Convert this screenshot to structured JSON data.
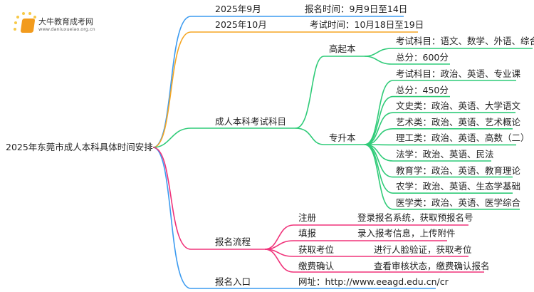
{
  "logo": {
    "name": "大牛教育成考网",
    "url": "www.daniuxueiao.org.cn"
  },
  "root": "2025年东莞市成人本科具体时间安排",
  "colors": {
    "blue": "#3c9bf0",
    "orange": "#f5a623",
    "green": "#2fcb78",
    "pink": "#f0337a"
  },
  "branches": {
    "sep": {
      "label": "2025年9月",
      "detail": "报名时间：9月9日至14日"
    },
    "oct": {
      "label": "2025年10月",
      "detail": "考试时间：10月18日至19日"
    },
    "subjects": {
      "label": "成人本科考试科目",
      "gqb": {
        "label": "高起本",
        "items": [
          "考试科目：语文、数学、外语、综合",
          "总分：600分"
        ]
      },
      "zsb": {
        "label": "专升本",
        "items": [
          "考试科目：政治、英语、专业课",
          "总分：450分",
          "文史类：政治、英语、大学语文",
          "艺术类：政治、英语、艺术概论",
          "理工类：政治、英语、高数（二）",
          "法学：政治、英语、民法",
          "教育学：政治、英语、教育理论",
          "农学：政治、英语、生态学基础",
          "医学类：政治、英语、医学综合"
        ]
      }
    },
    "process": {
      "label": "报名流程",
      "steps": [
        {
          "name": "注册",
          "desc": "登录报名系统，获取预报名号"
        },
        {
          "name": "填报",
          "desc": "录入报考信息，上传附件"
        },
        {
          "name": "获取考位",
          "desc": "进行人脸验证，获取考位"
        },
        {
          "name": "缴费确认",
          "desc": "查看审核状态，缴费确认报名"
        }
      ]
    },
    "entry": {
      "label": "报名入口",
      "detail": "网址：http://www.eeagd.edu.cn/cr"
    }
  }
}
